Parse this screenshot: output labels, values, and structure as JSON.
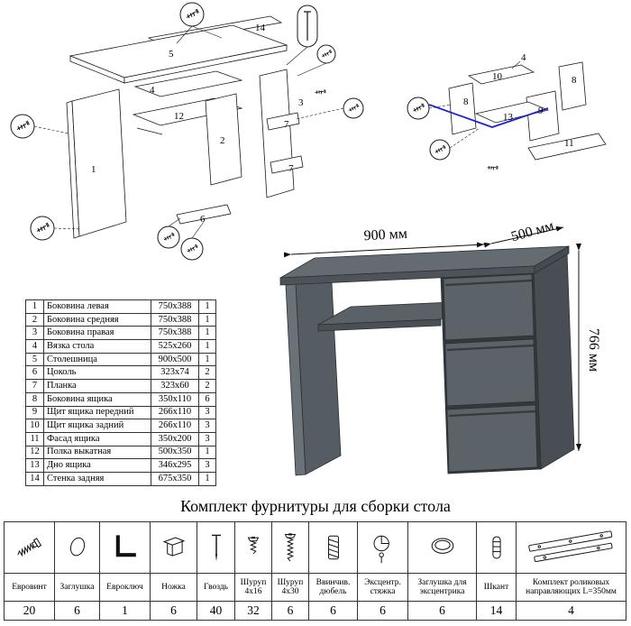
{
  "section_title": "Комплект фурнитуры для сборки стола",
  "desk_view": {
    "width_label": "900 мм",
    "depth_label": "500 мм",
    "height_label": "766 мм",
    "body_color": "#5b6268"
  },
  "exploded_left": {
    "labels": [
      "14",
      "5",
      "4",
      "12",
      "2",
      "1",
      "3",
      "7",
      "7",
      "6"
    ]
  },
  "exploded_right": {
    "labels": [
      "10",
      "8",
      "8",
      "9",
      "13",
      "11",
      "4"
    ]
  },
  "parts_table": {
    "rows": [
      {
        "num": "1",
        "name": "Боковина левая",
        "size": "750x388",
        "qty": "1"
      },
      {
        "num": "2",
        "name": "Боковина средняя",
        "size": "750x388",
        "qty": "1"
      },
      {
        "num": "3",
        "name": "Боковина правая",
        "size": "750x388",
        "qty": "1"
      },
      {
        "num": "4",
        "name": "Вязка стола",
        "size": "525x260",
        "qty": "1"
      },
      {
        "num": "5",
        "name": "Столешница",
        "size": "900x500",
        "qty": "1"
      },
      {
        "num": "6",
        "name": "Цоколь",
        "size": "323x74",
        "qty": "2"
      },
      {
        "num": "7",
        "name": "Планка",
        "size": "323x60",
        "qty": "2"
      },
      {
        "num": "8",
        "name": "Боковина ящика",
        "size": "350x110",
        "qty": "6"
      },
      {
        "num": "9",
        "name": "Щит ящика передний",
        "size": "266x110",
        "qty": "3"
      },
      {
        "num": "10",
        "name": "Щит ящика задний",
        "size": "266x110",
        "qty": "3"
      },
      {
        "num": "11",
        "name": "Фасад ящика",
        "size": "350x200",
        "qty": "3"
      },
      {
        "num": "12",
        "name": "Полка выкатная",
        "size": "500x350",
        "qty": "1"
      },
      {
        "num": "13",
        "name": "Дно ящика",
        "size": "346x295",
        "qty": "3"
      },
      {
        "num": "14",
        "name": "Стенка задняя",
        "size": "675x350",
        "qty": "1"
      }
    ]
  },
  "hardware_table": {
    "items": [
      {
        "icon": "confirmat-screw-icon",
        "name": "Евровинт",
        "qty": "20"
      },
      {
        "icon": "furniture-cap-icon",
        "name": "Заглушка",
        "qty": "6"
      },
      {
        "icon": "hex-key-icon",
        "name": "Евроключ",
        "qty": "1"
      },
      {
        "icon": "furniture-leg-icon",
        "name": "Ножка",
        "qty": "6"
      },
      {
        "icon": "nail-icon",
        "name": "Гвоздь",
        "qty": "40"
      },
      {
        "icon": "screw-4x16-icon",
        "name": "Шуруп 4x16",
        "qty": "32"
      },
      {
        "icon": "screw-4x30-icon",
        "name": "Шуруп 4x30",
        "qty": "6"
      },
      {
        "icon": "screw-in-dowel-icon",
        "name": "Ввинчив. дюбель",
        "qty": "6"
      },
      {
        "icon": "cam-lock-icon",
        "name": "Эксцентр. стяжка",
        "qty": "6"
      },
      {
        "icon": "cam-cap-icon",
        "name": "Заглушка для эксцентрика",
        "qty": "6"
      },
      {
        "icon": "wood-dowel-icon",
        "name": "Шкант",
        "qty": "14"
      },
      {
        "icon": "roller-slides-icon",
        "name": "Комплект роликовых направляющих L=350мм",
        "qty": "4"
      }
    ]
  }
}
